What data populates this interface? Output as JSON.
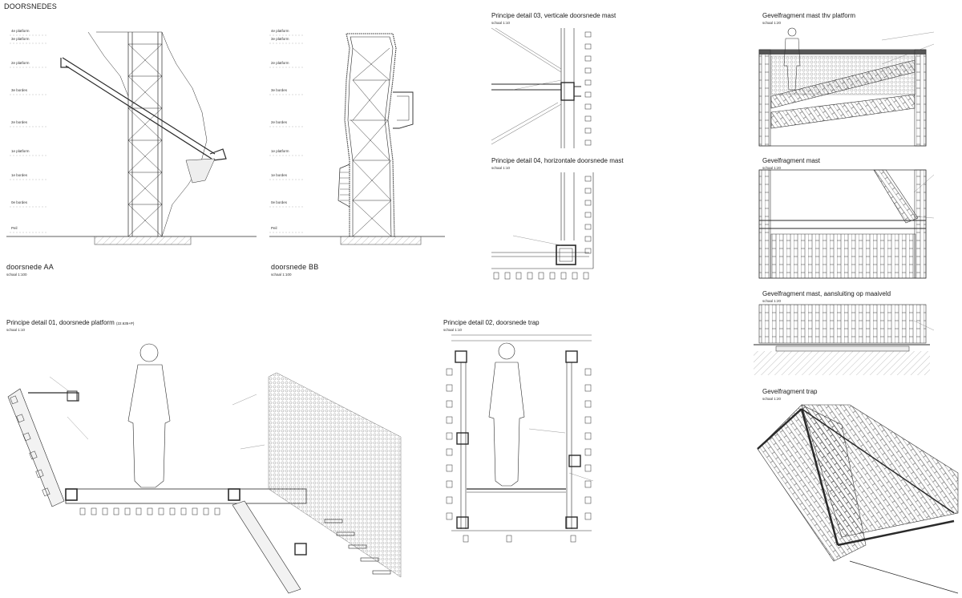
{
  "sheet_title": "DOORSNEDES",
  "sections": [
    {
      "id": "section-aa",
      "title": "doorsnede AA",
      "scale": "schaal 1:100"
    },
    {
      "id": "section-bb",
      "title": "doorsnede BB",
      "scale": "schaal 1:100"
    },
    {
      "id": "detail-03",
      "title": "Principe detail 03, verticale doorsnede mast",
      "scale": "schaal 1:10"
    },
    {
      "id": "detail-04",
      "title": "Principe detail 04, horizontale doorsnede mast",
      "scale": "schaal 1:10"
    },
    {
      "id": "facade-platform",
      "title": "Gevelfragment mast thv platform",
      "scale": "schaal 1:20"
    },
    {
      "id": "facade-mast",
      "title": "Gevelfragment mast",
      "scale": "schaal 1:20"
    },
    {
      "id": "facade-ground",
      "title": "Gevelfragment mast, aansluiting op maaiveld",
      "scale": "schaal 1:20"
    },
    {
      "id": "facade-stair",
      "title": "Gevelfragment trap",
      "scale": "schaal 1:20"
    },
    {
      "id": "detail-01",
      "title": "Principe detail 01, doorsnede platform",
      "title_suffix": "(22.635+P)",
      "scale": "schaal 1:10"
    },
    {
      "id": "detail-02",
      "title": "Principe detail 02, doorsnede trap",
      "scale": "schaal 1:10"
    }
  ],
  "level_labels": [
    "4e platform",
    "3e platform",
    "2e platform",
    "3e bordes",
    "2e bordes",
    "1e platform",
    "1e bordes",
    "0e bordes",
    "Peil"
  ],
  "colors": {
    "line": "#2a2a2a",
    "light": "#8a8a8a",
    "ground": "#d8d8d8",
    "mesh": "#c8c8c8"
  }
}
